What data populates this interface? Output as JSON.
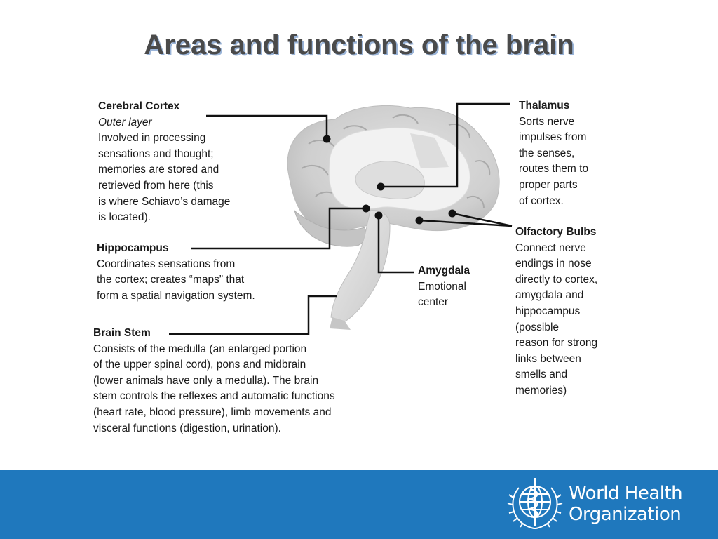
{
  "slide": {
    "title": "Areas and functions of the brain"
  },
  "labels": {
    "cerebral_cortex": {
      "heading": "Cerebral Cortex",
      "subheading": "Outer layer",
      "body": "Involved in processing\nsensations and thought;\nmemories are stored and\nretrieved from here (this\nis where Schiavo’s damage\nis located)."
    },
    "hippocampus": {
      "heading": "Hippocampus",
      "body": "Coordinates sensations from\nthe cortex; creates “maps” that\nform a spatial navigation system."
    },
    "brain_stem": {
      "heading": "Brain Stem",
      "body": "Consists of the medulla (an enlarged portion\nof the upper spinal cord), pons and midbrain\n(lower animals have only a medulla). The brain\nstem controls the reflexes and automatic functions\n(heart rate, blood pressure), limb movements and\nvisceral functions (digestion, urination)."
    },
    "thalamus": {
      "heading": "Thalamus",
      "body": "Sorts nerve\nimpulses from\nthe senses,\nroutes them to\nproper parts\nof cortex."
    },
    "olfactory_bulbs": {
      "heading": "Olfactory Bulbs",
      "body": "Connect nerve\nendings in nose\ndirectly to cortex,\namygdala and\nhippocampus\n(possible\nreason for strong\nlinks between\nsmells and\nmemories)"
    },
    "amygdala": {
      "heading": "Amygdala",
      "body": "Emotional\ncenter"
    }
  },
  "footer": {
    "org_line1": "World Health",
    "org_line2": "Organization",
    "background_color": "#1f78bd"
  },
  "icons": {
    "logo": "who-emblem-icon"
  }
}
